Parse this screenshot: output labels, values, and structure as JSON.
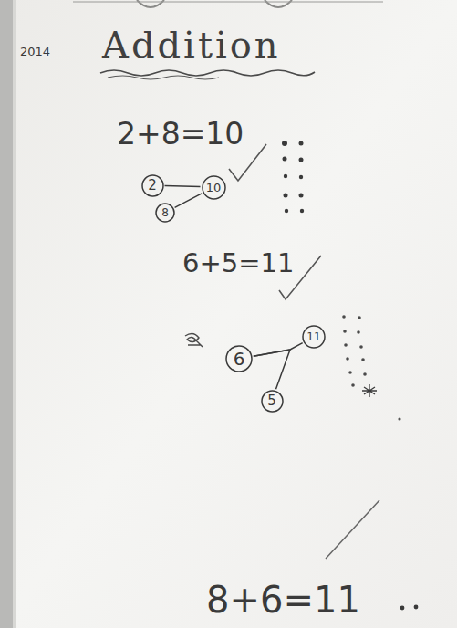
{
  "diagram": {
    "title": "Addition",
    "nodes": [
      {
        "text": [
          "2"
        ]
      },
      {
        "text": [
          "10"
        ]
      },
      {
        "text": [
          "8"
        ]
      },
      {
        "text": [
          "6"
        ]
      },
      {
        "text": [
          "11"
        ]
      },
      {
        "text": [
          "5"
        ]
      }
    ],
    "edges": [
      {
        "from": 0,
        "to": 1,
        "arrow": "none"
      },
      {
        "from": 2,
        "to": 1,
        "arrow": "none"
      },
      {
        "from": 3,
        "to": 4,
        "arrow": "none"
      },
      {
        "from": 3,
        "to": 5,
        "arrow": "none"
      }
    ],
    "labels": [
      "2014",
      "2+8=10",
      "6+5=11",
      "8+6=11"
    ]
  }
}
